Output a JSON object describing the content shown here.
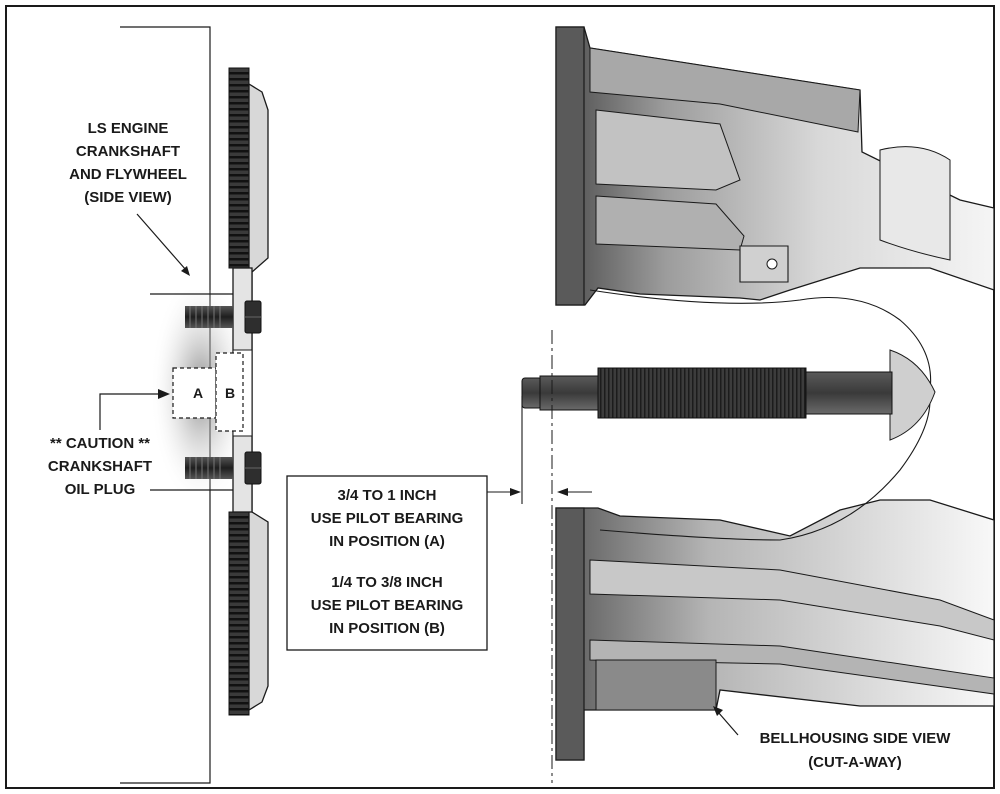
{
  "labels": {
    "crankshaft_label": [
      "LS ENGINE",
      "CRANKSHAFT",
      "AND FLYWHEEL",
      "(SIDE VIEW)"
    ],
    "caution_label": [
      "** CAUTION **",
      "CRANKSHAFT",
      "OIL PLUG"
    ],
    "position_a": "A",
    "position_b": "B",
    "note_box": {
      "group_a": [
        "3/4 TO 1 INCH",
        "USE PILOT BEARING",
        "IN POSITION (A)"
      ],
      "group_b": [
        "1/4 TO 3/8 INCH",
        "USE PILOT BEARING",
        "IN POSITION (B)"
      ]
    },
    "bellhousing_label": [
      "BELLHOUSING SIDE VIEW",
      "(CUT-A-WAY)"
    ]
  },
  "colors": {
    "line": "#1a1a1a",
    "casting_dark": "#555555",
    "casting_mid": "#9a9a9a",
    "casting_light": "#f2f2f2",
    "flywheel_teeth": "#2a2a2a",
    "flywheel_plate": "#d6d6d6",
    "bolt": "#2b2b2b"
  }
}
